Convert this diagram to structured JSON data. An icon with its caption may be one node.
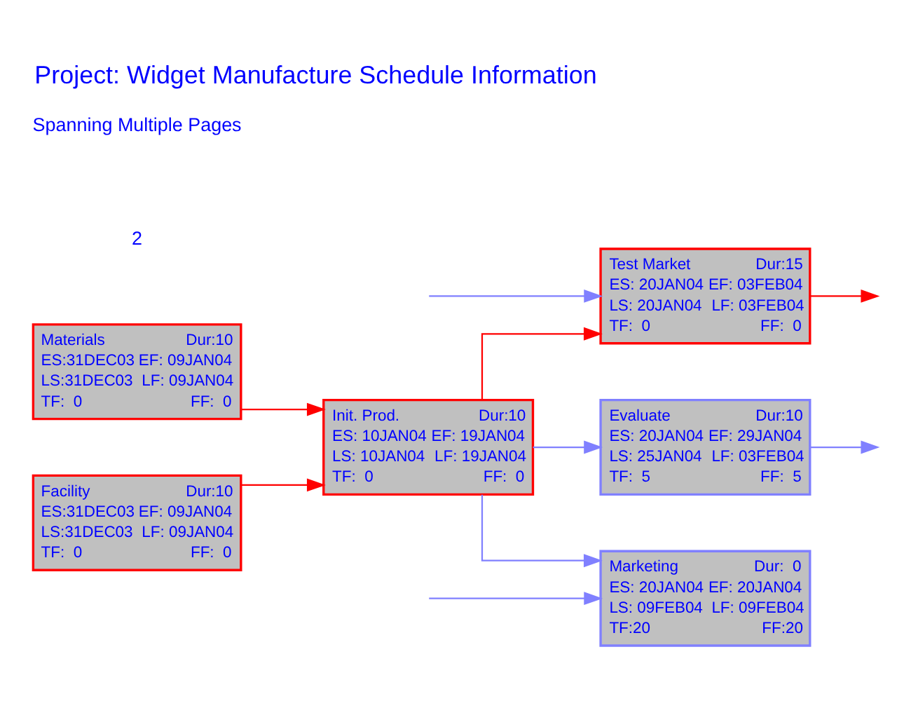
{
  "diagram": {
    "title": "Project: Widget Manufacture Schedule Information",
    "nodes": [
      {
        "text": [
          "Materials",
          "Dur:10",
          "ES:31DEC03",
          "EF: 09JAN04",
          "LS:31DEC03",
          "LF: 09JAN04",
          "TF:  0",
          "FF:  0"
        ]
      },
      {
        "text": [
          "Facility",
          "Dur:10",
          "ES:31DEC03",
          "EF: 09JAN04",
          "LS:31DEC03",
          "LF: 09JAN04",
          "TF:  0",
          "FF:  0"
        ]
      },
      {
        "text": [
          "Init. Prod.",
          "Dur:10",
          "ES: 10JAN04",
          "EF: 19JAN04",
          "LS: 10JAN04",
          "LF: 19JAN04",
          "TF:  0",
          "FF:  0"
        ]
      },
      {
        "text": [
          "Test Market",
          "Dur:15",
          "ES: 20JAN04",
          "EF: 03FEB04",
          "LS: 20JAN04",
          "LF: 03FEB04",
          "TF:  0",
          "FF:  0"
        ]
      },
      {
        "text": [
          "Evaluate",
          "Dur:10",
          "ES: 20JAN04",
          "EF: 29JAN04",
          "LS: 25JAN04",
          "LF: 03FEB04",
          "TF:  5",
          "FF:  5"
        ]
      },
      {
        "text": [
          "Marketing",
          "Dur:  0",
          "ES: 20JAN04",
          "EF: 20JAN04",
          "LS: 09FEB04",
          "LF: 09FEB04",
          "TF:20",
          "FF:20"
        ]
      }
    ],
    "edges": [
      {
        "from": 0,
        "to": 2,
        "arrow": "to",
        "color": "#ff0000"
      },
      {
        "from": 1,
        "to": 2,
        "arrow": "to",
        "color": "#ff0000"
      },
      {
        "from": 2,
        "to": 3,
        "arrow": "to",
        "color": "#ff0000"
      },
      {
        "from": 2,
        "to": 4,
        "arrow": "to"
      },
      {
        "from": 2,
        "to": 5,
        "arrow": "to"
      },
      {
        "from": null,
        "to": 3,
        "arrow": "to"
      },
      {
        "from": null,
        "to": 5,
        "arrow": "to"
      },
      {
        "from": 3,
        "to": null,
        "arrow": "to",
        "color": "#ff0000"
      },
      {
        "from": 4,
        "to": null,
        "arrow": "to"
      }
    ],
    "labels": [
      "2",
      "Spanning Multiple Pages"
    ]
  }
}
